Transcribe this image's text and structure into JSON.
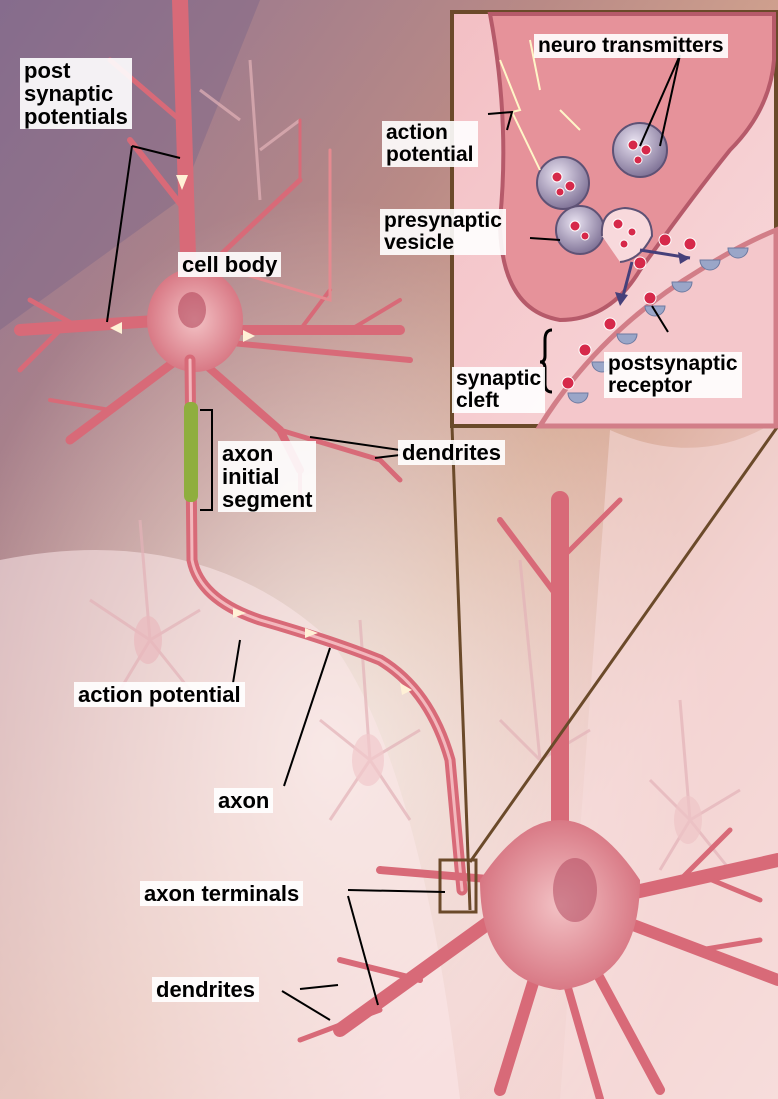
{
  "labels": {
    "post_synaptic_potentials": "post\nsynaptic\npotentials",
    "cell_body": "cell body",
    "axon_initial_segment": "axon\ninitial\nsegment",
    "dendrites_upper": "dendrites",
    "action_potential_lower": "action potential",
    "axon": "axon",
    "axon_terminals": "axon terminals",
    "dendrites_lower": "dendrites"
  },
  "inset": {
    "neuro_transmitters": "neuro transmitters",
    "action_potential": "action\npotential",
    "presynaptic_vesicle": "presynaptic\nvesicle",
    "synaptic_cleft": "synaptic\ncleft",
    "postsynaptic_receptor": "postsynaptic\nreceptor"
  },
  "colors": {
    "neuron": "#d86a78",
    "neuron_light": "#f0b0b6",
    "background_purple": "#9a7a96",
    "background_tan": "#c9967a",
    "background_pink": "#f3d3d6",
    "inset_border": "#6b4a2a",
    "axon_initial_segment": "#8fae3e",
    "vesicle": "#8a7fa0",
    "neurotransmitter": "#d6294a",
    "receptor": "#9aa6c8"
  }
}
